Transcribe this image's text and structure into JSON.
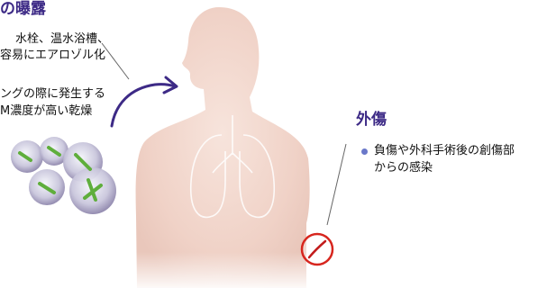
{
  "left_panel": {
    "title": "の曝露",
    "line1": "水栓、温水浴槽、",
    "line2": "容易にエアロゾル化",
    "line3": "ングの際に発生する",
    "line4": "M濃度が高い乾燥"
  },
  "right_panel": {
    "title": "外傷",
    "bullet_line1": "負傷や外科手術後の創傷部",
    "bullet_line2": "からの感染"
  },
  "colors": {
    "title": "#3d2a86",
    "arrow": "#3d2a86",
    "bullet": "#6a78c9",
    "skin": "#f2d8cf",
    "wound_circle": "#d7261e"
  },
  "icons": {
    "body": "human-torso-silhouette",
    "lungs": "lungs-outline",
    "bacteria": "bacteria-cluster",
    "wound": "wound-marker"
  }
}
